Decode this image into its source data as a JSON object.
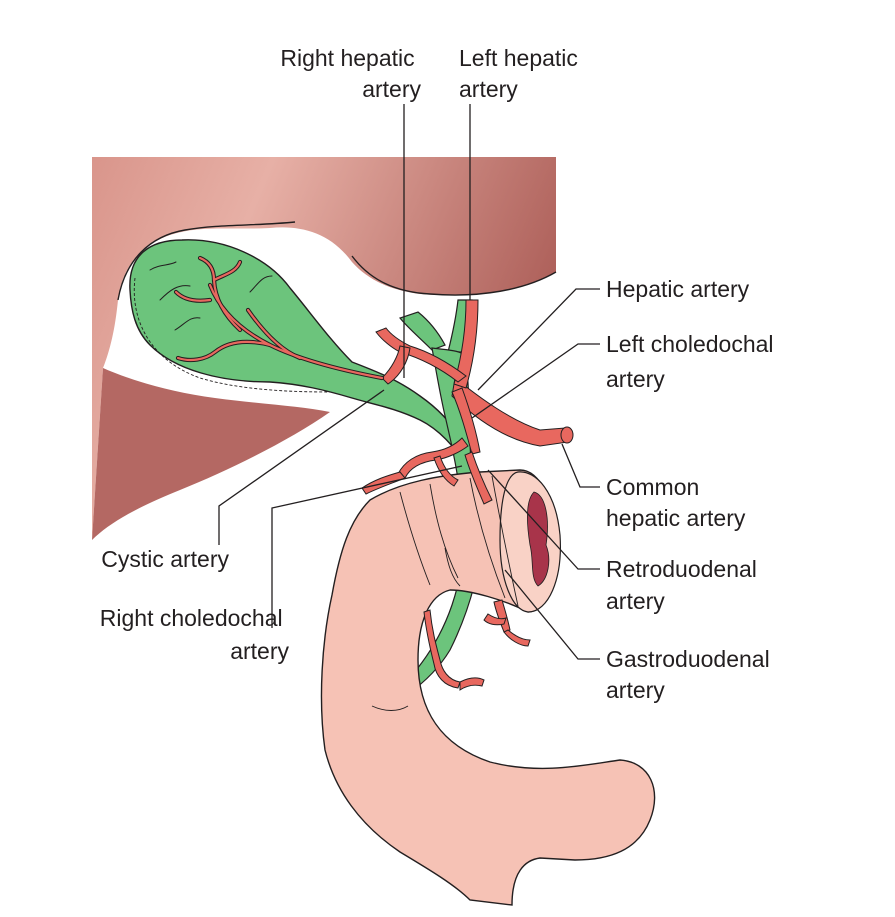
{
  "labels": {
    "right_hepatic_artery": [
      "Right hepatic",
      "artery"
    ],
    "left_hepatic_artery": [
      "Left hepatic",
      "artery"
    ],
    "hepatic_artery": [
      "Hepatic artery"
    ],
    "left_choledochal_artery": [
      "Left choledochal",
      "artery"
    ],
    "common_hepatic_artery": [
      "Common",
      "hepatic artery"
    ],
    "retroduodenal_artery": [
      "Retroduodenal",
      "artery"
    ],
    "gastroduodenal_artery": [
      "Gastroduodenal",
      "artery"
    ],
    "cystic_artery": [
      "Cystic artery"
    ],
    "right_choledochal_artery": [
      "Right choledochal",
      "artery"
    ]
  },
  "colors": {
    "liver_light": "#e2a79c",
    "liver_dark": "#b0665f",
    "gallbladder_green": "#6cc47c",
    "artery_red": "#e8685f",
    "duodenum_pink": "#f6c2b5",
    "duodenum_lumen": "#a8344a",
    "line": "#231f20"
  }
}
